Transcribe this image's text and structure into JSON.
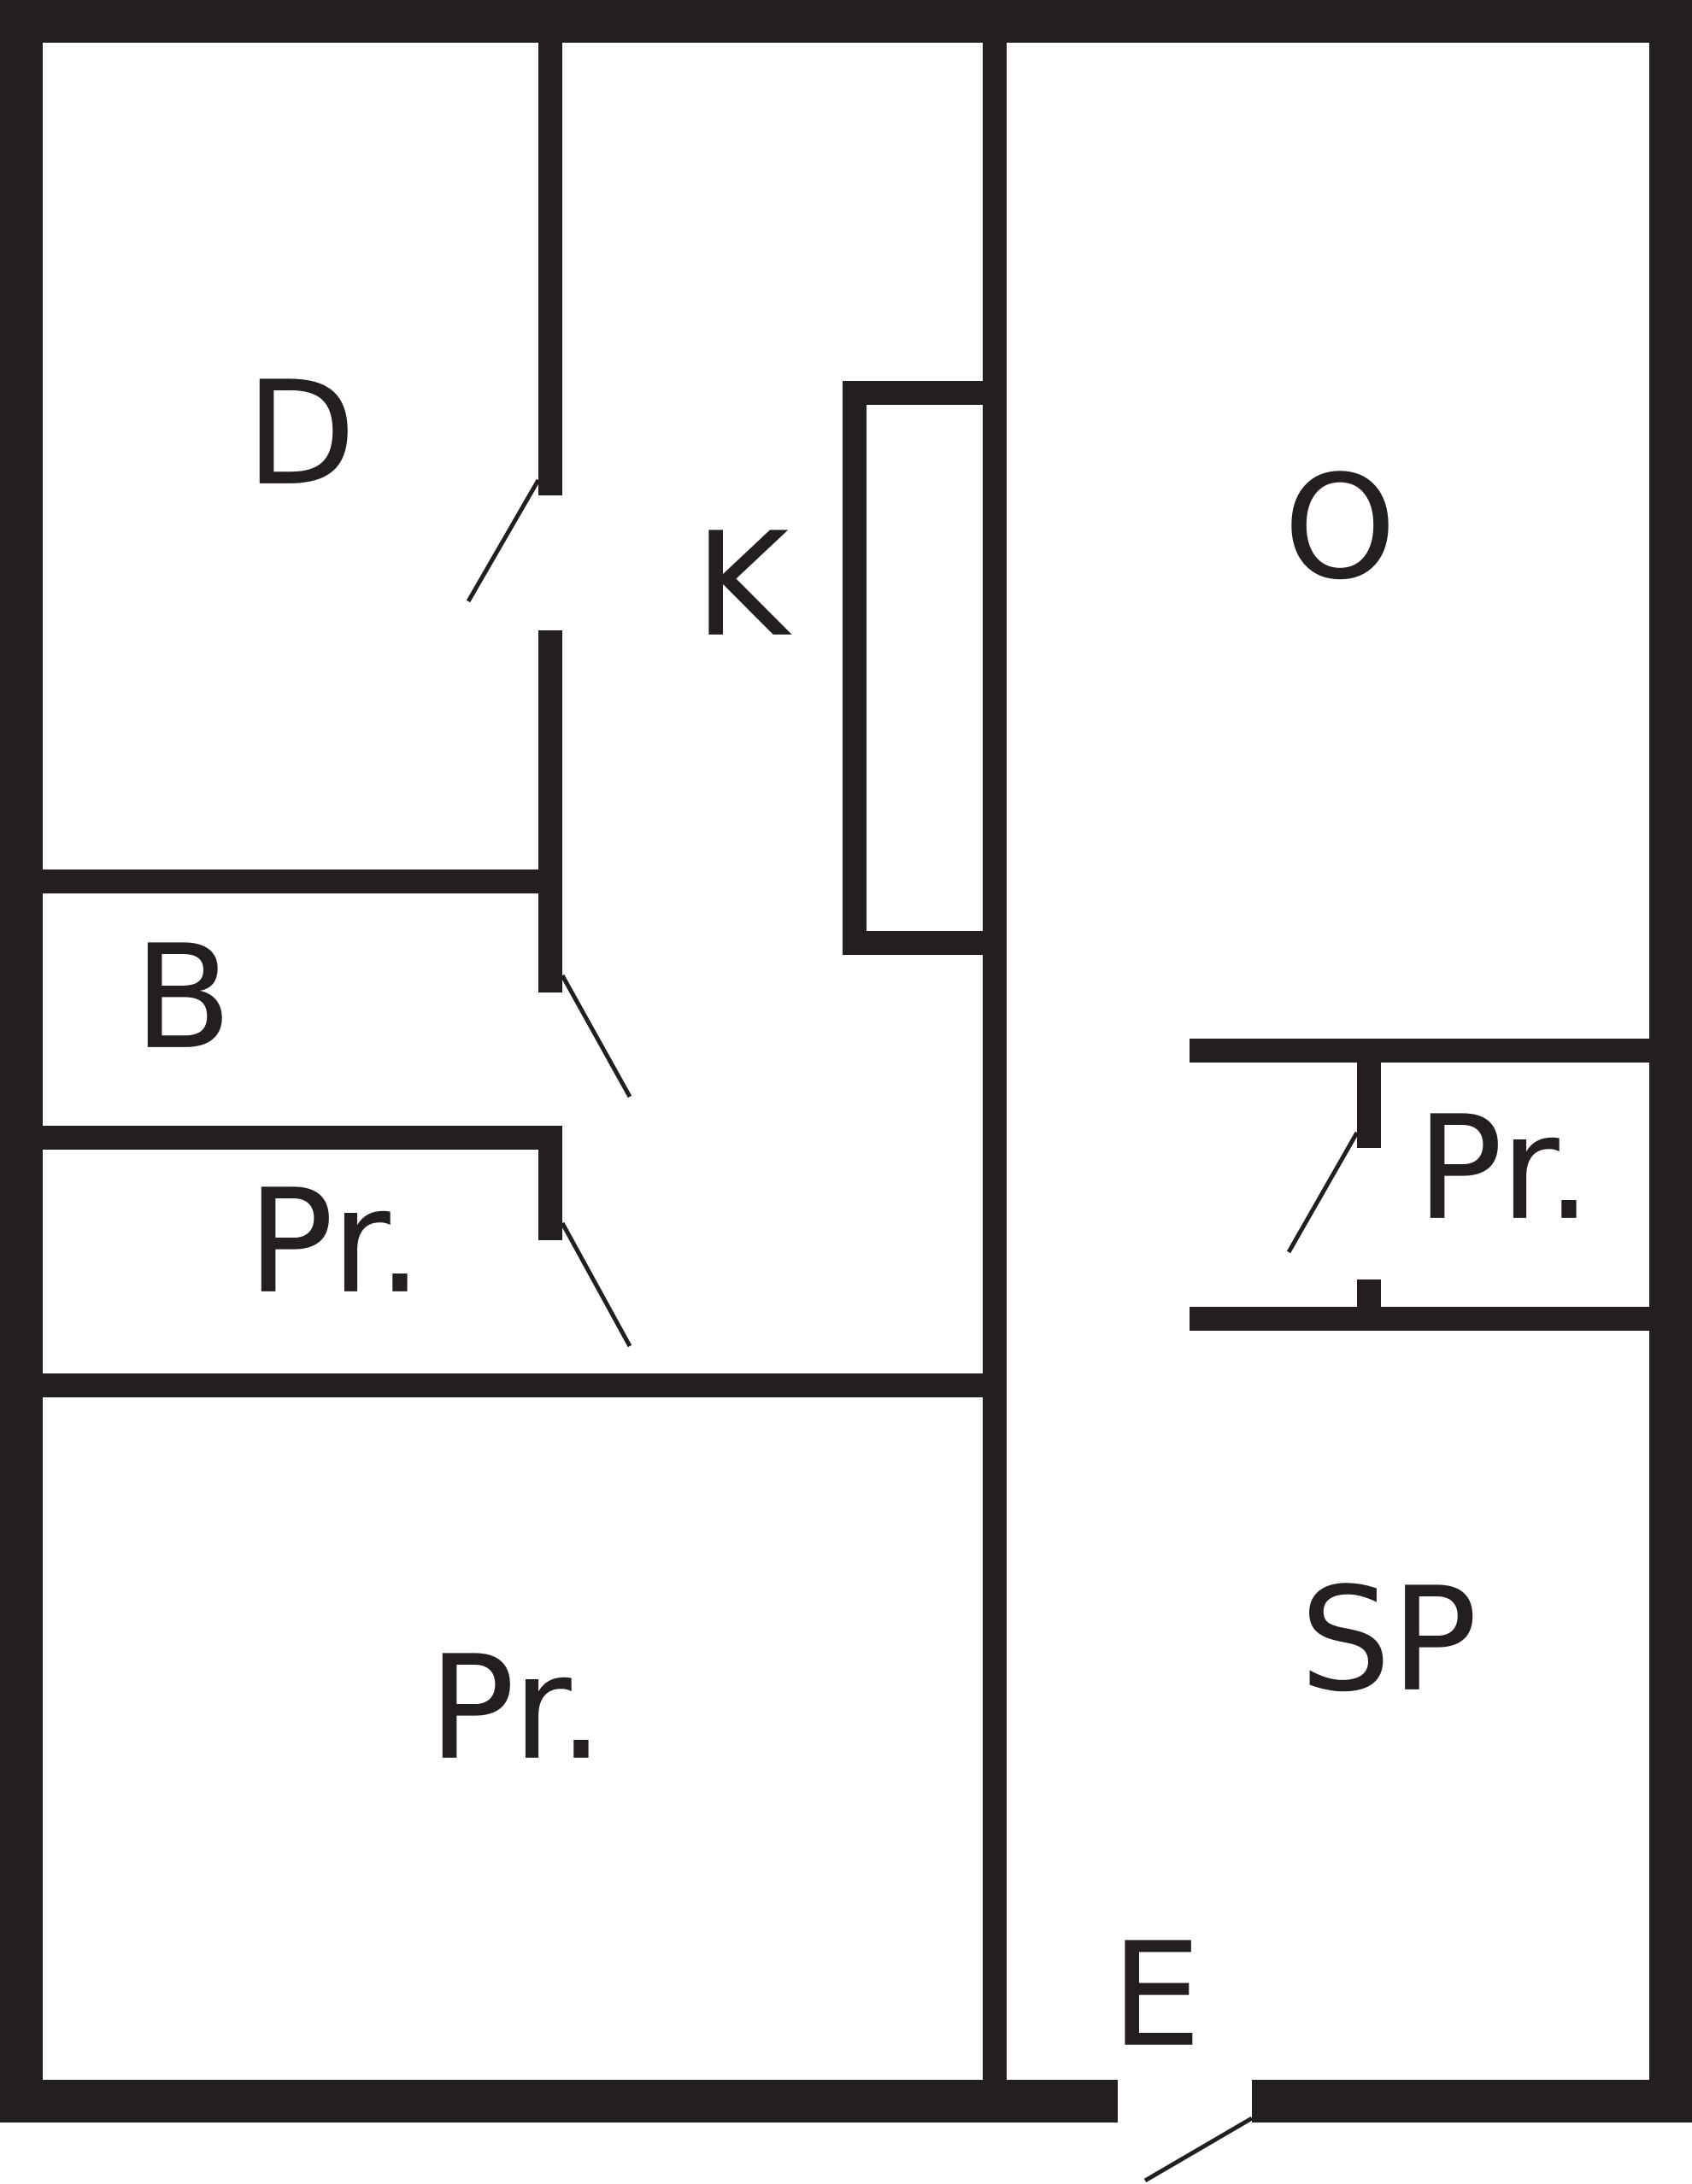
{
  "floor_plan": {
    "line_color": "#231f20",
    "background": "#ffffff",
    "rooms": [
      {
        "id": "d",
        "label": "D"
      },
      {
        "id": "k",
        "label": "K"
      },
      {
        "id": "o",
        "label": "O"
      },
      {
        "id": "b",
        "label": "B"
      },
      {
        "id": "pr-small-left",
        "label": "Pr."
      },
      {
        "id": "pr-small-right",
        "label": "Pr."
      },
      {
        "id": "pr-large",
        "label": "Pr."
      },
      {
        "id": "sp",
        "label": "SP"
      },
      {
        "id": "e",
        "label": "E"
      }
    ]
  }
}
